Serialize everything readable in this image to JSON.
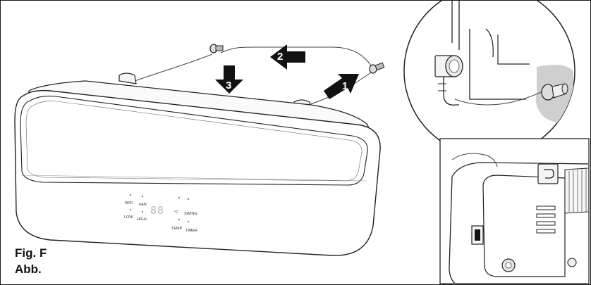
{
  "figure": {
    "caption_line1": "Fig. F",
    "caption_line2": "Abb."
  },
  "steps": {
    "step1": "1",
    "step2": "2",
    "step3": "3"
  },
  "panel": {
    "wifi": "WIFI",
    "fan": "FAN",
    "low": "LOW",
    "high": "HIGH",
    "display": "88",
    "celsius": "°C",
    "swing": "SWING",
    "temp": "TEMP",
    "timer": "TIMER"
  }
}
